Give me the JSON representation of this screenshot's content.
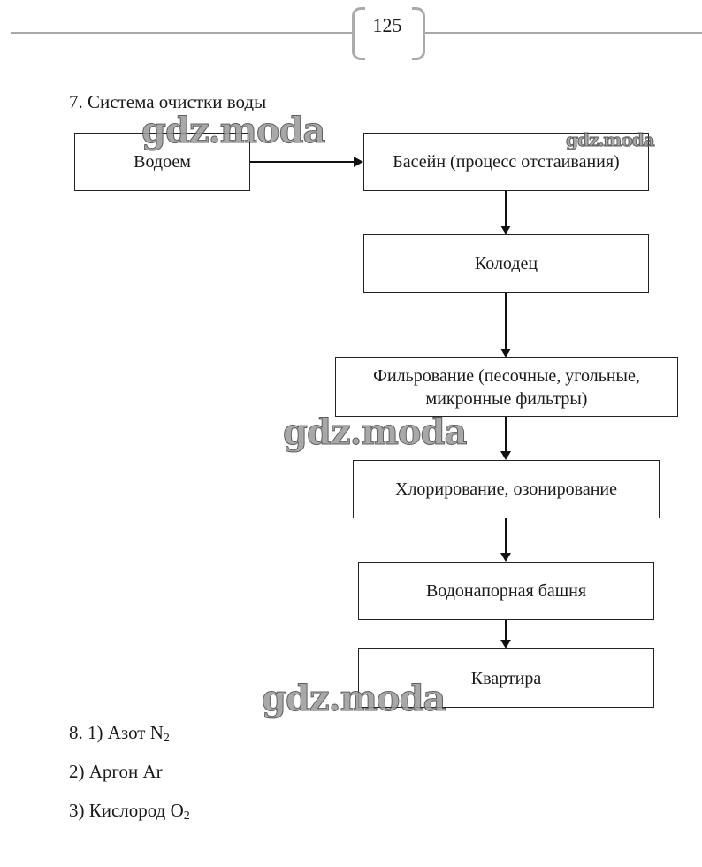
{
  "page_number": "125",
  "task7": {
    "title": "7.  Система очистки воды",
    "boxes": [
      "Водоем",
      "Басейн (процесс отстаивания)",
      "Колодец",
      "Фильрование (песочные, угольные, микронные фильтры)",
      "Хлорирование, озонирование",
      "Водонапорная башня",
      "Квартира"
    ]
  },
  "task8": {
    "items": [
      {
        "prefix": "8. 1) Азот N",
        "sub": "2"
      },
      {
        "prefix": "2) Аргон Ar",
        "sub": ""
      },
      {
        "prefix": "3) Кислород O",
        "sub": "2"
      }
    ]
  },
  "watermark": "gdz.moda"
}
